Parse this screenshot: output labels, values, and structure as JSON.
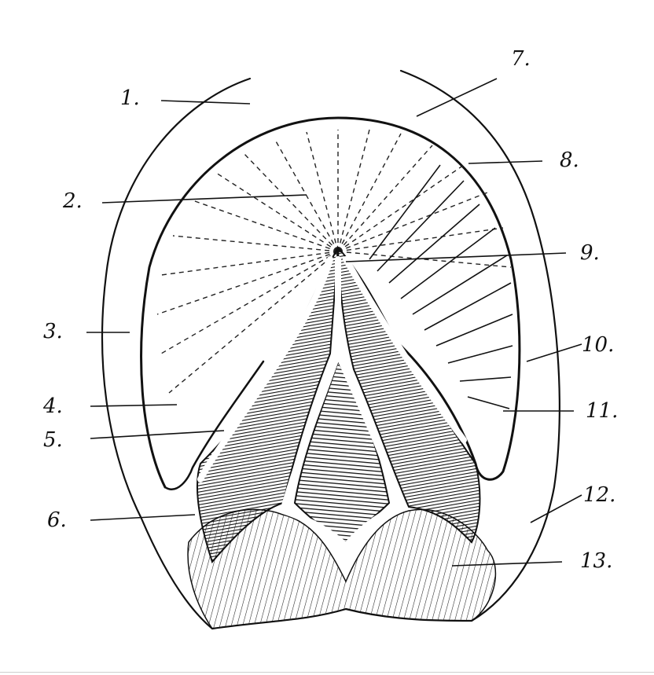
{
  "figure": {
    "labels": [
      "1.",
      "2.",
      "3.",
      "4.",
      "5.",
      "6.",
      "7.",
      "8.",
      "9.",
      "10.",
      "11.",
      "12.",
      "13."
    ]
  }
}
